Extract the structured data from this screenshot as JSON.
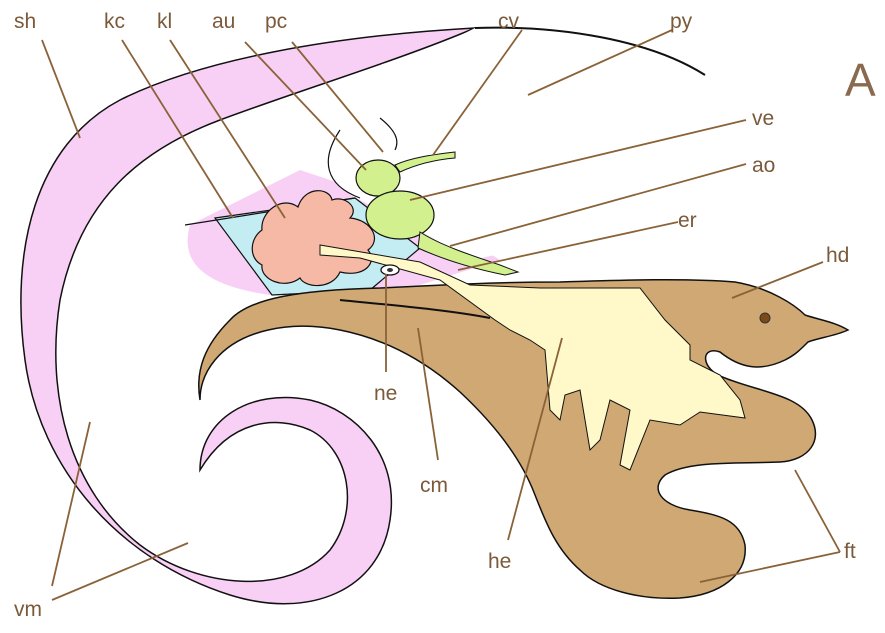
{
  "figure_letter": "A",
  "labels": {
    "sh": "sh",
    "kc": "kc",
    "kl": "kl",
    "au": "au",
    "pc": "pc",
    "cv": "cv",
    "py": "py",
    "ve": "ve",
    "ao": "ao",
    "er": "er",
    "hd": "hd",
    "ne": "ne",
    "cm": "cm",
    "he": "he",
    "ft": "ft",
    "vm": "vm"
  },
  "colors": {
    "shell": "#f9d0f5",
    "body": "#cfa873",
    "hemocoel": "#fff8c8",
    "kidney_chamber": "#c4ecf3",
    "kidney": "#f6b9a6",
    "heart": "#d2f08e",
    "leader": "#8a6238",
    "label_text": "#7a5a3a"
  }
}
